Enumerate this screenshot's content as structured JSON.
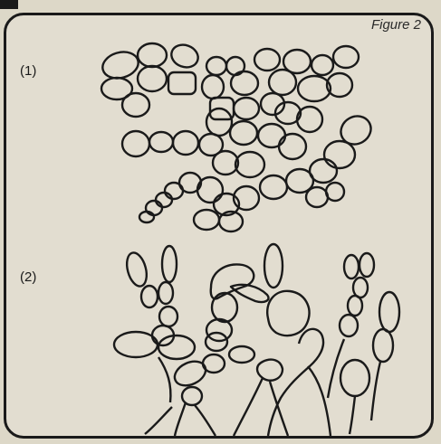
{
  "figure": {
    "caption": "Figure 2",
    "parts": [
      {
        "label": "(1)"
      },
      {
        "label": "(2)"
      }
    ]
  },
  "colors": {
    "background": "#ddd8c8",
    "ink": "#1a1a1a"
  }
}
